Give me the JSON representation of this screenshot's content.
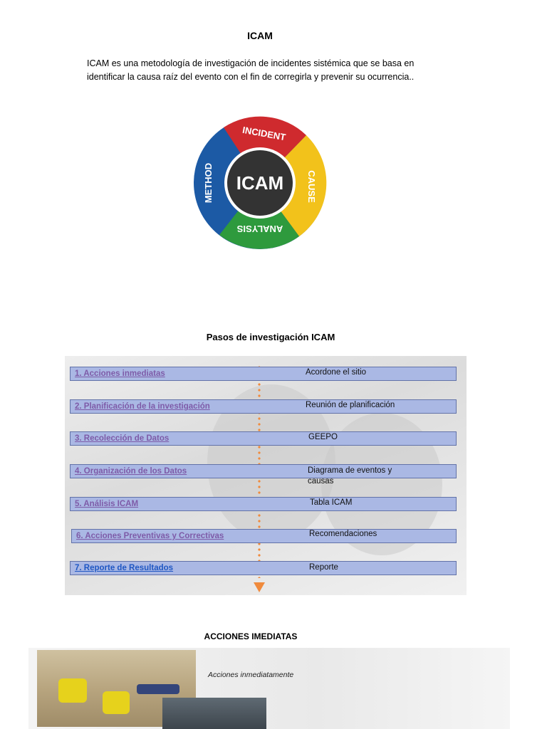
{
  "document": {
    "title": "ICAM",
    "intro_line1": "ICAM es una metodología de investigación de incidentes sistémica que se basa en",
    "intro_line2": "identificar la causa raíz del evento con el fin de corregirla y prevenir su ocurrencia.."
  },
  "logo": {
    "center": "ICAM",
    "segments": [
      "INCIDENT",
      "CAUSE",
      "ANALYSIS",
      "METHOD"
    ],
    "colors": {
      "red": "#cf2a2e",
      "yellow": "#f2c21b",
      "green": "#2e9a3d",
      "blue": "#1c5aa5",
      "center": "#333333"
    }
  },
  "steps": {
    "title": "Pasos de investigación ICAM",
    "items": [
      {
        "label": "1. Acciones inmediatas",
        "desc": "Acordone el sitio"
      },
      {
        "label": "2. Planificación de la investigación",
        "desc": "Reunión de planificación"
      },
      {
        "label": "3. Recolección de Datos",
        "desc": "GEEPO"
      },
      {
        "label": "4. Organización de los Datos",
        "desc": "Diagrama de eventos y causas"
      },
      {
        "label": "5. Análisis ICAM",
        "desc": "Tabla ICAM"
      },
      {
        "label": "6. Acciones Preventivas y Correctivas",
        "desc": "Recomendaciones"
      },
      {
        "label": "7. Reporte de Resultados",
        "desc": "Reporte"
      }
    ],
    "colors": {
      "bar": "#aab8e4",
      "link": "#7e5ba8",
      "link_last": "#1f57c3",
      "timeline": "#f08a3c"
    }
  },
  "acciones": {
    "title": "ACCIONES IMEDIATAS",
    "caption": "Acciones inmediatamente"
  }
}
